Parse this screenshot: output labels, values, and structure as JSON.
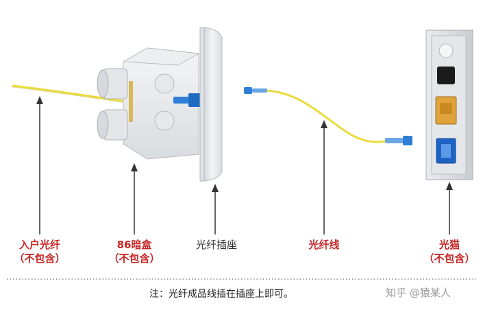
{
  "labels": {
    "incoming_fiber": {
      "line1": "入户光纤",
      "line2": "（不包含）"
    },
    "box_86": {
      "line1": "86暗盒",
      "line2": "（不包含）"
    },
    "fiber_socket": {
      "line1": "光纤插座"
    },
    "fiber_cable": {
      "line1": "光纤线"
    },
    "optical_modem": {
      "line1": "光猫",
      "line2": "（不包含）"
    }
  },
  "note": "注：光纤成品线插在插座上即可。",
  "watermark": "知乎 @猿某人",
  "colors": {
    "fiber_yellow": "#e8dc3c",
    "connector_blue": "#2f7fd6",
    "label_red": "#c62828",
    "label_dark": "#333333",
    "port_orange": "#e0a23a",
    "port_blue": "#1e63c4"
  }
}
